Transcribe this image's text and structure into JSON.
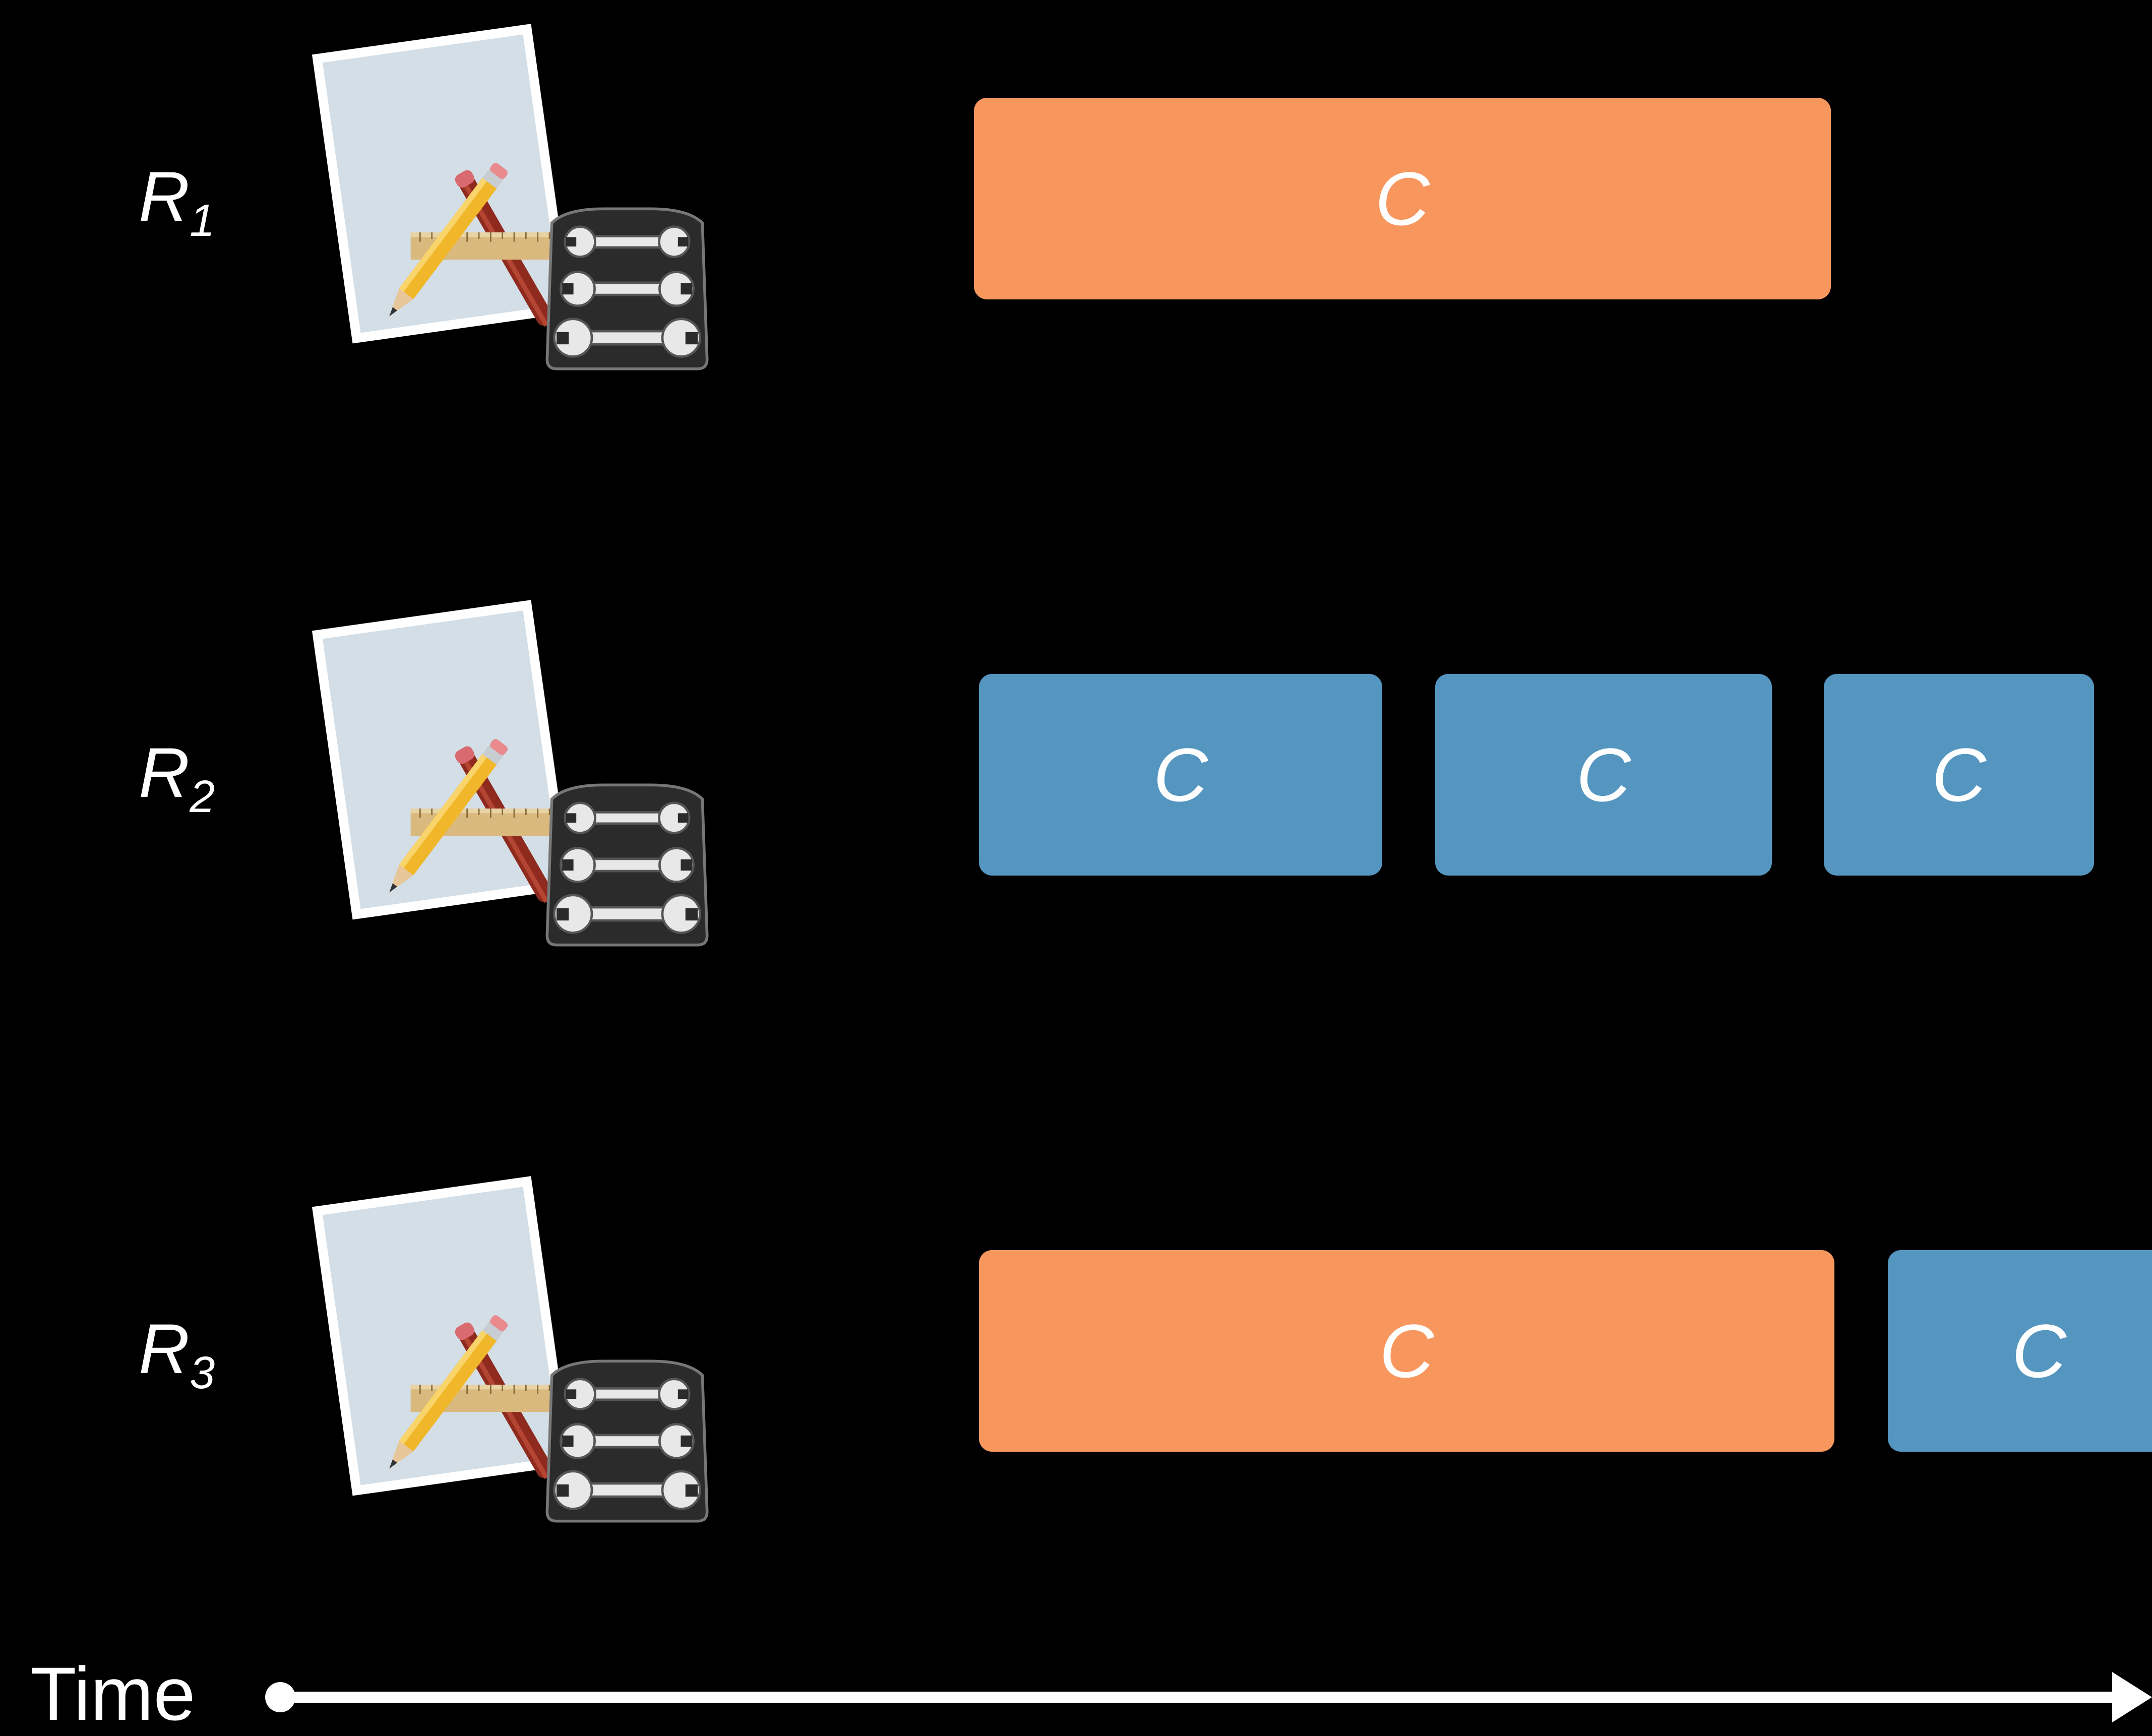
{
  "rows": [
    {
      "label_main": "R",
      "label_sub": "1",
      "icon": "developer-tools-icon",
      "bars": [
        {
          "text": "C",
          "color": "#F7975E"
        }
      ]
    },
    {
      "label_main": "R",
      "label_sub": "2",
      "icon": "developer-tools-icon",
      "bars": [
        {
          "text": "C",
          "color": "#5596C0"
        },
        {
          "text": "C",
          "color": "#5596C0"
        },
        {
          "text": "C",
          "color": "#5596C0"
        }
      ]
    },
    {
      "label_main": "R",
      "label_sub": "3",
      "icon": "developer-tools-icon",
      "bars": [
        {
          "text": "C",
          "color": "#F7975E"
        },
        {
          "text": "C",
          "color": "#5596C0"
        }
      ]
    }
  ],
  "axis": {
    "label": "Time"
  },
  "colors": {
    "background": "#000000",
    "orange": "#F7975E",
    "blue": "#5596C0",
    "text": "#FFFFFF"
  }
}
